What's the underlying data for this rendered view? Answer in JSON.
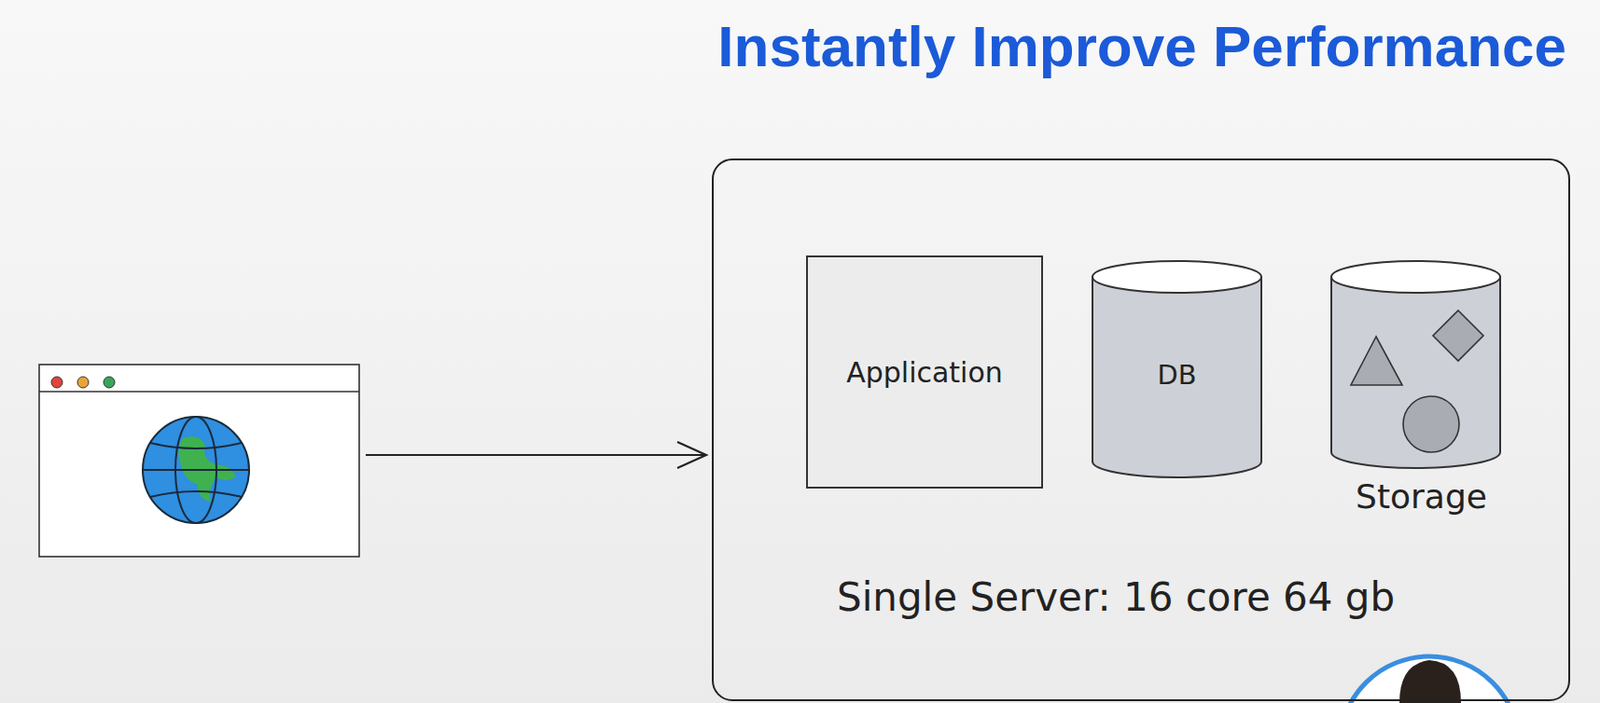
{
  "diagram": {
    "title": "Instantly Improve Performance",
    "nodes": [
      {
        "text": [
          "Single Server: 16 core 64 gb"
        ]
      },
      {
        "text": [
          "Application"
        ],
        "in": 0
      },
      {
        "text": [
          "DB"
        ],
        "in": 0
      },
      {
        "text": [
          "Storage"
        ],
        "in": 0
      }
    ]
  }
}
